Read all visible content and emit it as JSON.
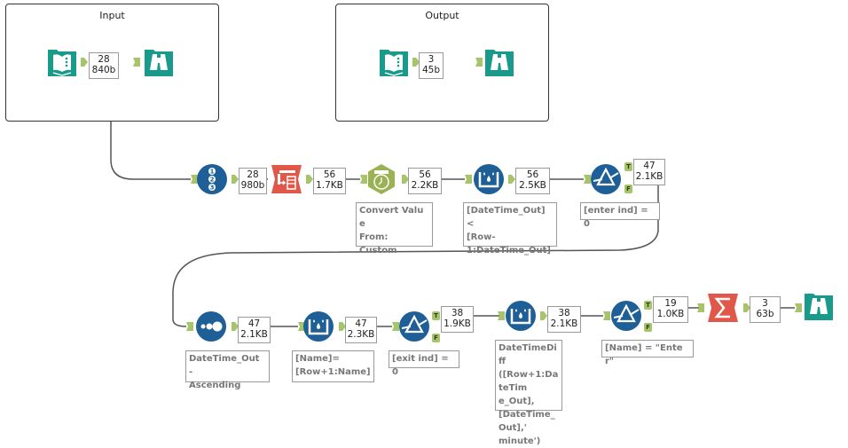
{
  "containers": {
    "input": {
      "title": "Input"
    },
    "output": {
      "title": "Output"
    }
  },
  "colors": {
    "teal": "#1a9a8a",
    "blue": "#1d5f96",
    "red": "#e0584a",
    "green_formula": "#9bb254",
    "anchor": "#a8c46a",
    "wire": "#555555"
  },
  "tools": [
    {
      "id": "input-data-1",
      "icon": "book-icon",
      "label": "Input Data"
    },
    {
      "id": "browse-1",
      "icon": "binoculars-icon",
      "label": "Browse"
    },
    {
      "id": "input-data-2",
      "icon": "book-icon",
      "label": "Input Data"
    },
    {
      "id": "browse-2",
      "icon": "binoculars-icon",
      "label": "Browse"
    },
    {
      "id": "record-id",
      "icon": "record-id-icon",
      "label": "Record ID"
    },
    {
      "id": "transpose",
      "icon": "transpose-icon",
      "label": "Transpose"
    },
    {
      "id": "datetime",
      "icon": "clock-icon",
      "label": "DateTime"
    },
    {
      "id": "multi-row-1",
      "icon": "multi-row-formula-icon",
      "label": "Multi-Row Formula"
    },
    {
      "id": "filter-1",
      "icon": "filter-icon",
      "label": "Filter"
    },
    {
      "id": "sort",
      "icon": "sort-icon",
      "label": "Sort"
    },
    {
      "id": "multi-row-2",
      "icon": "multi-row-formula-icon",
      "label": "Multi-Row Formula"
    },
    {
      "id": "filter-2",
      "icon": "filter-icon",
      "label": "Filter"
    },
    {
      "id": "multi-row-3",
      "icon": "multi-row-formula-icon",
      "label": "Multi-Row Formula"
    },
    {
      "id": "filter-3",
      "icon": "filter-icon",
      "label": "Filter"
    },
    {
      "id": "summarize",
      "icon": "sigma-icon",
      "label": "Summarize"
    },
    {
      "id": "browse-3",
      "icon": "binoculars-icon",
      "label": "Browse"
    }
  ],
  "records": {
    "input_out": {
      "count": "28",
      "size": "840b"
    },
    "output_out": {
      "count": "3",
      "size": "45b"
    },
    "recordid_out": {
      "count": "28",
      "size": "980b"
    },
    "transpose_out": {
      "count": "56",
      "size": "1.7KB"
    },
    "datetime_out": {
      "count": "56",
      "size": "2.2KB"
    },
    "multirow1_out": {
      "count": "56",
      "size": "2.5KB"
    },
    "filter1_true": {
      "count": "47",
      "size": "2.1KB"
    },
    "sort_out": {
      "count": "47",
      "size": "2.1KB"
    },
    "multirow2_out": {
      "count": "47",
      "size": "2.3KB"
    },
    "filter2_true": {
      "count": "38",
      "size": "1.9KB"
    },
    "multirow3_out": {
      "count": "38",
      "size": "2.1KB"
    },
    "filter3_true": {
      "count": "19",
      "size": "1.0KB"
    },
    "summarize_out": {
      "count": "3",
      "size": "63b"
    }
  },
  "annotations": {
    "datetime": "Convert Value\nFrom:\nCustom",
    "multirow1": "[DateTime_Out] <\n[Row-\n1:DateTime_Out]",
    "filter1": "[enter ind] = 0",
    "sort": "DateTime_Out -\nAscending",
    "multirow2": "[Name]=\n[Row+1:Name]",
    "filter2": "[exit ind] = 0",
    "multirow3": "DateTimeDiff\n([Row+1:DateTim\ne_Out],\n[DateTime_Out],'\nminute')",
    "filter3": "[Name] = \"Enter\""
  },
  "anchor_labels": {
    "true": "T",
    "false": "F"
  }
}
